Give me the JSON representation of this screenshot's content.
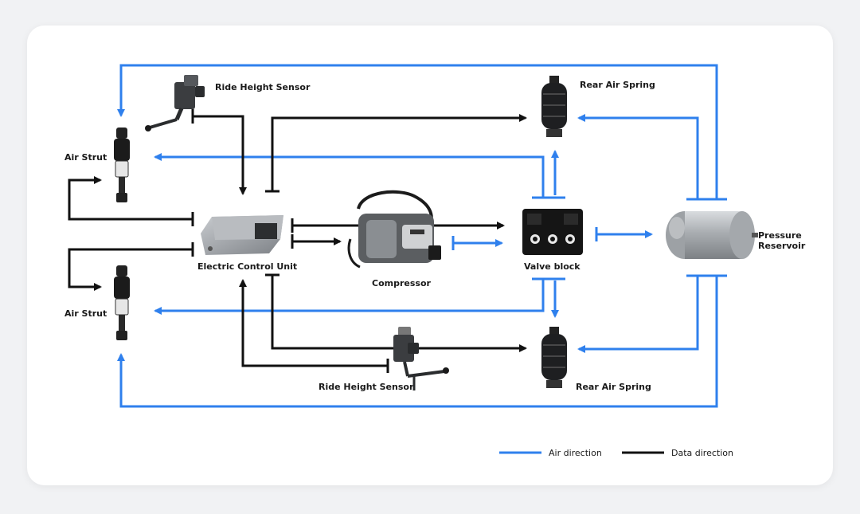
{
  "labels": {
    "ride_height_sensor_top": "Ride Height Sensor",
    "ride_height_sensor_bottom": "Ride Height Sensor",
    "rear_air_spring_top": "Rear Air Spring",
    "rear_air_spring_bottom": "Rear Air Spring",
    "air_strut_top": "Air Strut",
    "air_strut_bottom": "Air Strut",
    "ecu": "Electric Control Unit",
    "compressor": "Compressor",
    "valve_block": "Valve block",
    "reservoir_line1": "Pressure",
    "reservoir_line2": "Reservoir"
  },
  "legend": {
    "air": "Air direction",
    "data": "Data direction"
  },
  "colors": {
    "air": "#2f80ed",
    "data": "#111111"
  },
  "icons": [
    "ride-height-sensor-icon",
    "air-strut-icon",
    "rear-air-spring-icon",
    "ecu-icon",
    "compressor-icon",
    "valve-block-icon",
    "pressure-reservoir-icon"
  ]
}
